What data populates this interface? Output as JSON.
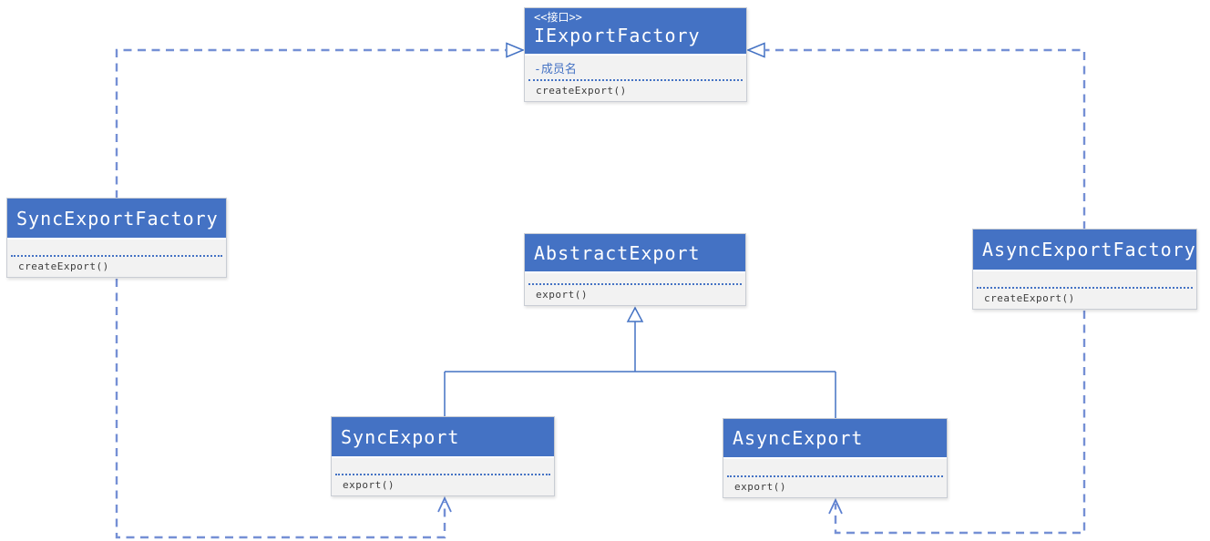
{
  "diagram": {
    "type": "uml-class-diagram",
    "classes": [
      {
        "stereotype": "<<接口>>",
        "name": "IExportFactory",
        "attribute": "-成员名",
        "method": "createExport()"
      },
      {
        "name": "SyncExportFactory",
        "method": "createExport()"
      },
      {
        "name": "AsyncExportFactory",
        "method": "createExport()"
      },
      {
        "name": "AbstractExport",
        "method": "export()"
      },
      {
        "name": "SyncExport",
        "method": "export()"
      },
      {
        "name": "AsyncExport",
        "method": "export()"
      }
    ],
    "relations": [
      {
        "type": "realization",
        "from": "SyncExportFactory",
        "to": "IExportFactory",
        "style": "dashed-hollow-triangle"
      },
      {
        "type": "realization",
        "from": "AsyncExportFactory",
        "to": "IExportFactory",
        "style": "dashed-hollow-triangle"
      },
      {
        "type": "generalization",
        "from": "SyncExport",
        "to": "AbstractExport",
        "style": "solid-hollow-triangle"
      },
      {
        "type": "generalization",
        "from": "AsyncExport",
        "to": "AbstractExport",
        "style": "solid-hollow-triangle"
      },
      {
        "type": "dependency",
        "from": "SyncExportFactory",
        "to": "SyncExport",
        "style": "dashed-open-arrow"
      },
      {
        "type": "dependency",
        "from": "AsyncExportFactory",
        "to": "AsyncExport",
        "style": "dashed-open-arrow"
      }
    ],
    "colors": {
      "header_fill": "#4472c4",
      "header_text": "#ffffff",
      "body_fill": "#f2f2f2",
      "attribute_text": "#4472c4",
      "method_text": "#3d3d3d",
      "solid_line": "#4472c4",
      "dashed_line": "#7590d5"
    }
  }
}
